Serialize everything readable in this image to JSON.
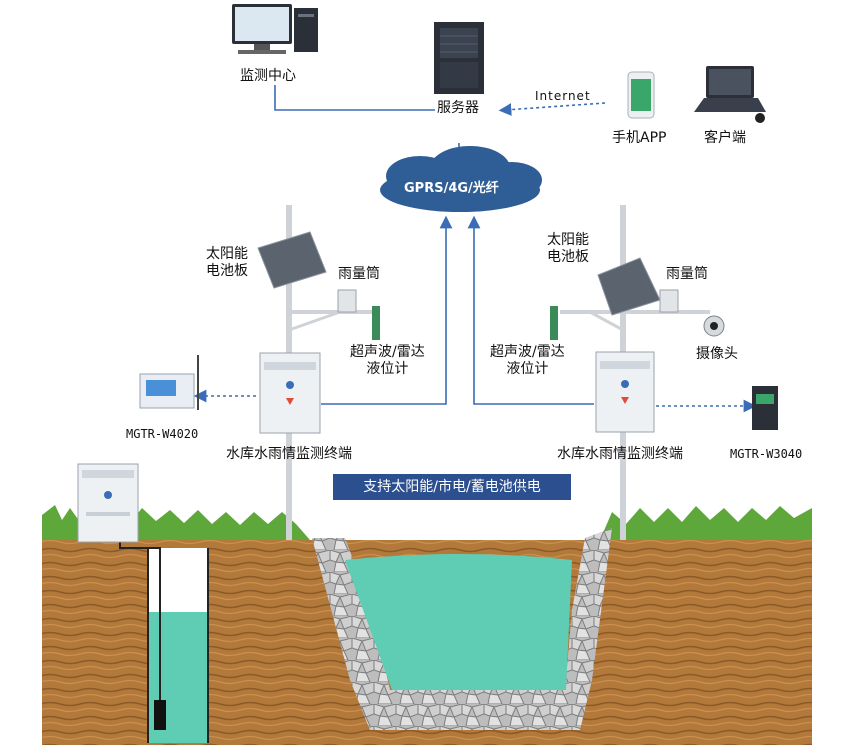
{
  "nodes": {
    "monitoring_center": "监测中心",
    "server": "服务器",
    "internet": "Internet",
    "mobile_app": "手机APP",
    "client": "客户端",
    "network": "GPRS/4G/光纤"
  },
  "left_station": {
    "solar_panel": "太阳能\n电池板",
    "rain_gauge": "雨量筒",
    "level_meter": "超声波/雷达\n液位计",
    "terminal": "水库水雨情监测终端",
    "device": "MGTR-W4020"
  },
  "right_station": {
    "solar_panel": "太阳能\n电池板",
    "rain_gauge": "雨量筒",
    "level_meter": "超声波/雷达\n液位计",
    "camera": "摄像头",
    "terminal": "水库水雨情监测终端",
    "device": "MGTR-W3040"
  },
  "banner": "支持太阳能/市电/蓄电池供电",
  "colors": {
    "link_line": "#3a6db5",
    "cloud": "#2f5d95",
    "banner": "#2b4f8f",
    "soil": "#b07a3a",
    "grass": "#5ea83b",
    "water": "#5fcdb4",
    "stone": "#c9c9c9"
  }
}
